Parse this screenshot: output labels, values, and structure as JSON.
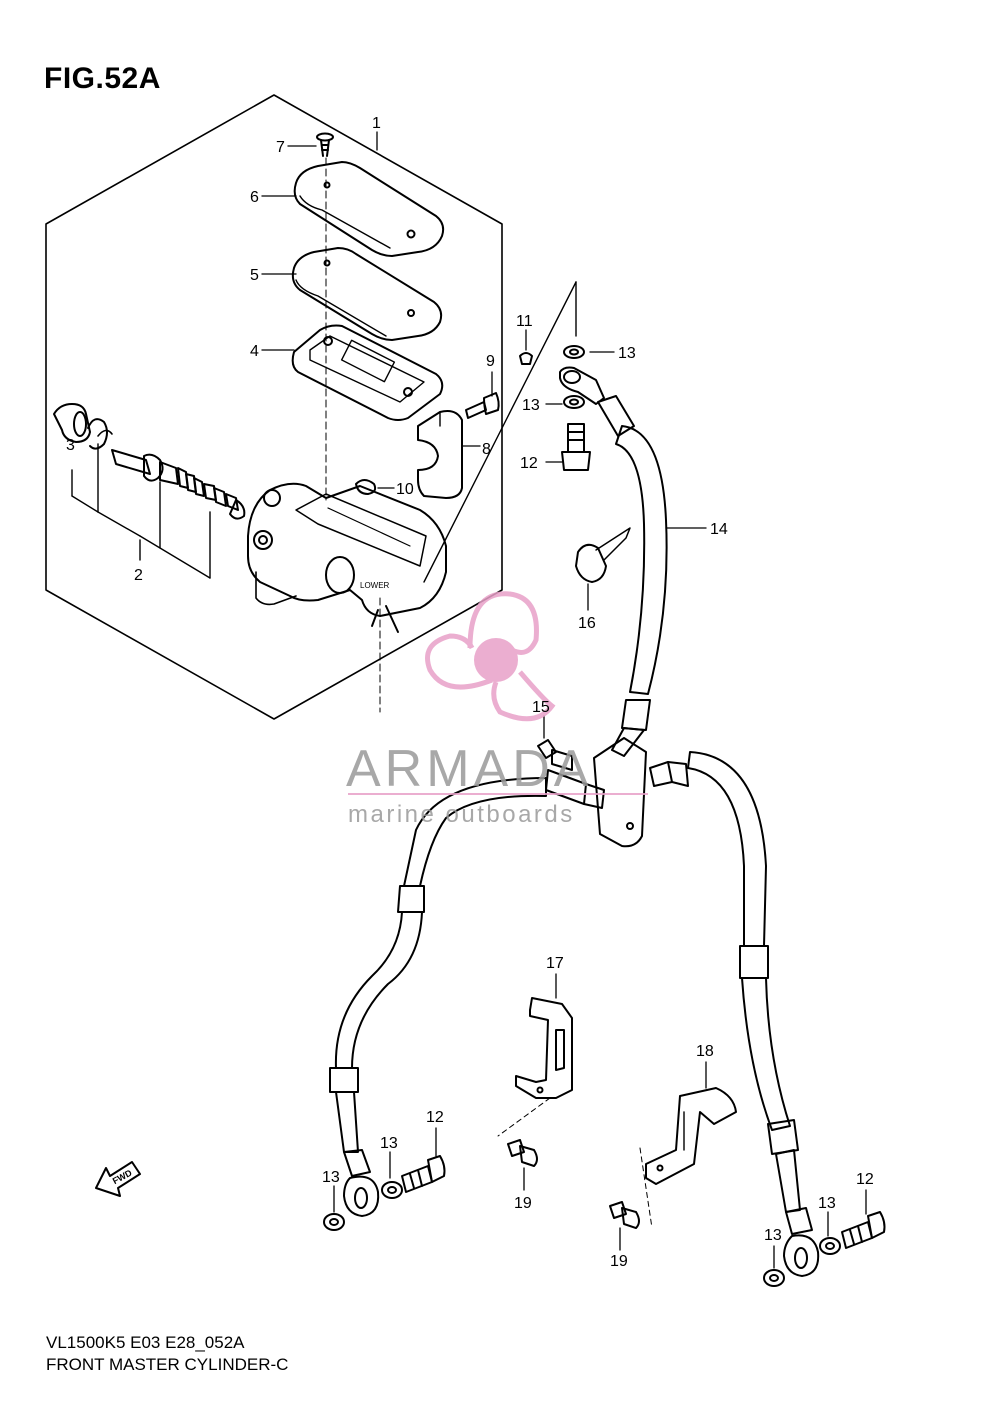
{
  "figure": {
    "title": "FIG.52A"
  },
  "footer": {
    "model_code": "VL1500K5 E03 E28_052A",
    "caption": "FRONT MASTER CYLINDER-C"
  },
  "watermark": {
    "brand": "ARMADA",
    "tagline": "marine outboards",
    "accent_color": "#e8a0c8"
  },
  "direction_arrow": {
    "label": "FWD"
  },
  "callouts": [
    "1",
    "2",
    "3",
    "4",
    "5",
    "6",
    "7",
    "8",
    "9",
    "10",
    "11",
    "12",
    "12",
    "12",
    "13",
    "13",
    "13",
    "13",
    "13",
    "13",
    "14",
    "15",
    "16",
    "17",
    "18",
    "19",
    "19"
  ]
}
